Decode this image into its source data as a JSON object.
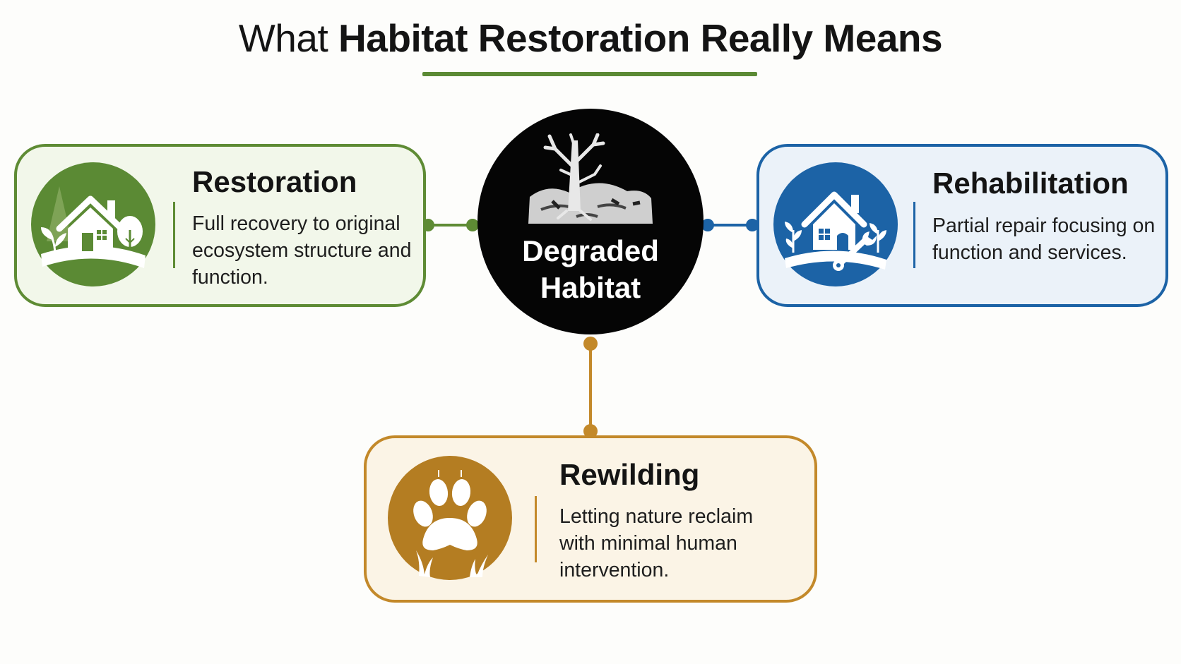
{
  "title": {
    "part1": "What ",
    "part2": "Habitat Restoration Really Means"
  },
  "hub": {
    "line1": "Degraded",
    "line2": "Habitat"
  },
  "cards": {
    "restoration": {
      "title": "Restoration",
      "body": "Full recovery to original ecosystem structure and function.",
      "color": "#5b8a34",
      "icon": "house-trees-icon"
    },
    "rehabilitation": {
      "title": "Rehabilitation",
      "body": "Partial repair focusing on function and services.",
      "color": "#1c63a6",
      "icon": "house-wrench-icon"
    },
    "rewilding": {
      "title": "Rewilding",
      "body": "Letting nature reclaim with minimal human intervention.",
      "color": "#b47d22",
      "icon": "paw-print-icon"
    }
  }
}
